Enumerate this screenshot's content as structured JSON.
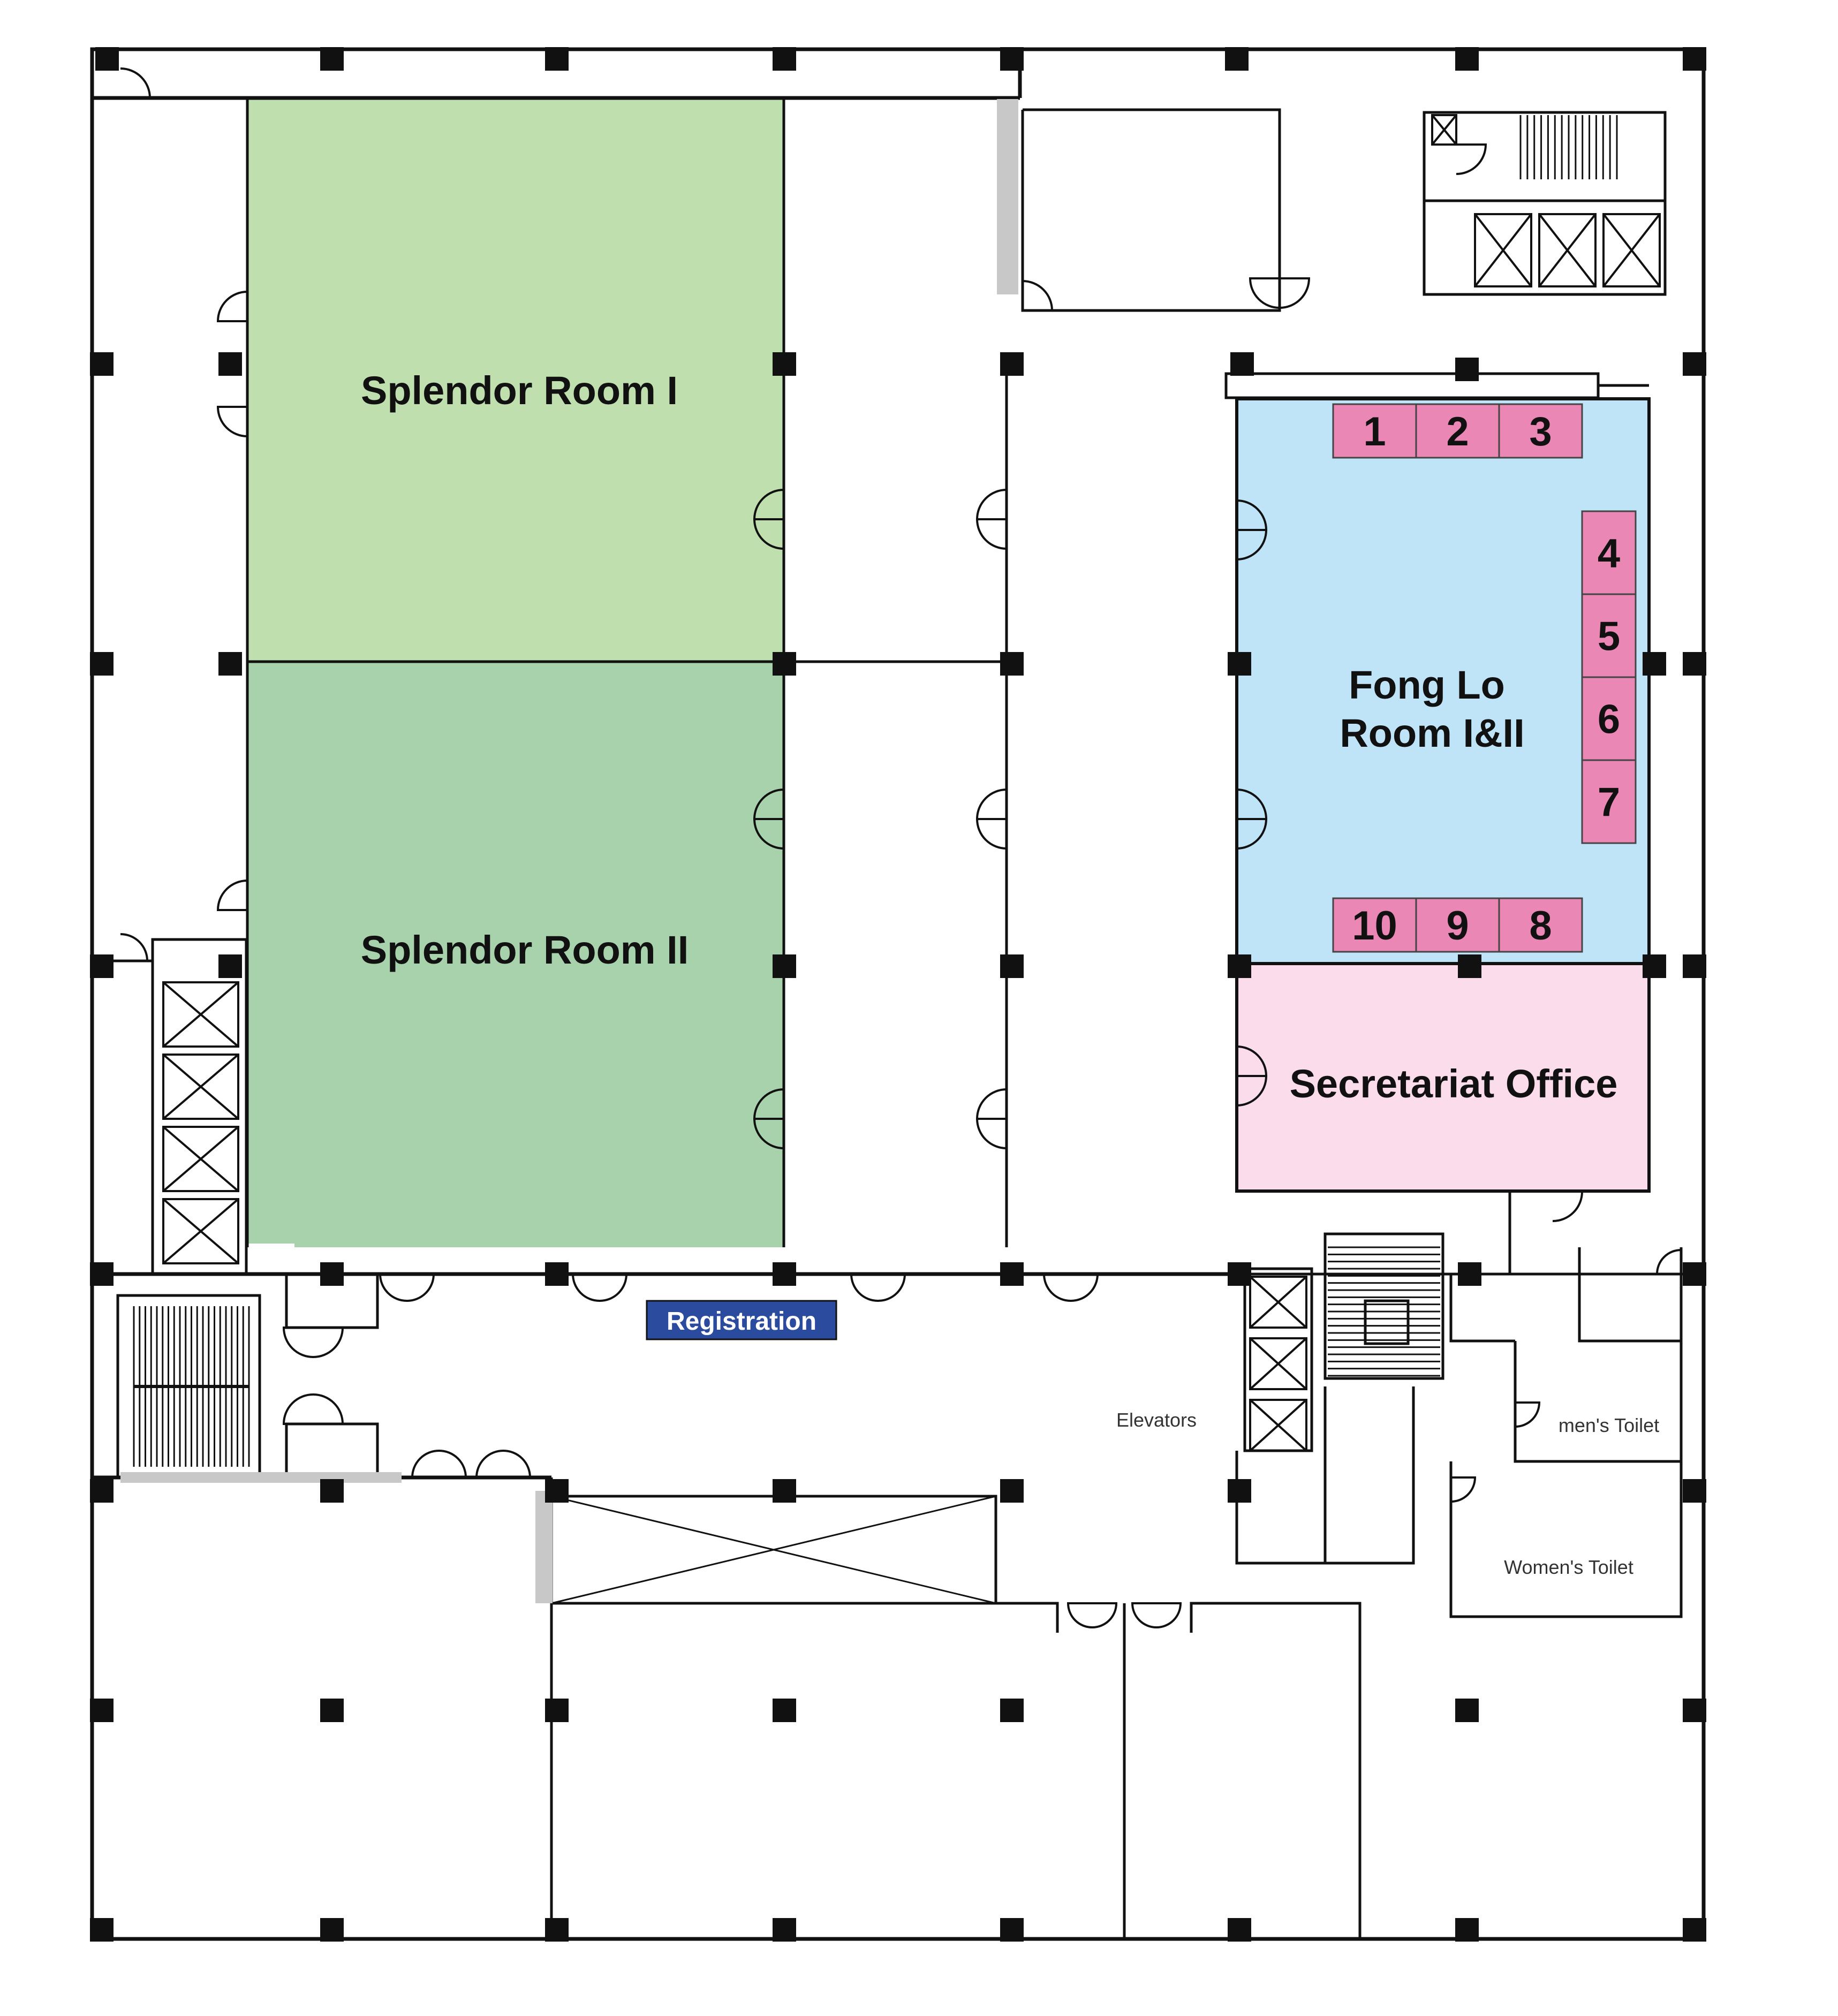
{
  "rooms": {
    "splendor1": {
      "label": "Splendor Room I",
      "color": "#bfdfae"
    },
    "splendor2": {
      "label": "Splendor Room II",
      "color": "#a7d2ac"
    },
    "fonglo": {
      "line1": "Fong Lo",
      "line2": "Room I&II",
      "color": "#bfe3f7"
    },
    "secretariat": {
      "label": "Secretariat Office",
      "color": "#fadceb"
    }
  },
  "booths": {
    "color": "#ea87b5",
    "top": [
      "1",
      "2",
      "3"
    ],
    "side": [
      "4",
      "5",
      "6",
      "7"
    ],
    "bottom": [
      "10",
      "9",
      "8"
    ]
  },
  "registration": {
    "label": "Registration",
    "color": "#2b4c9e"
  },
  "amenities": {
    "elevators": "Elevators",
    "mens_toilet": "men's Toilet",
    "womens_toilet": "Women's Toilet"
  }
}
